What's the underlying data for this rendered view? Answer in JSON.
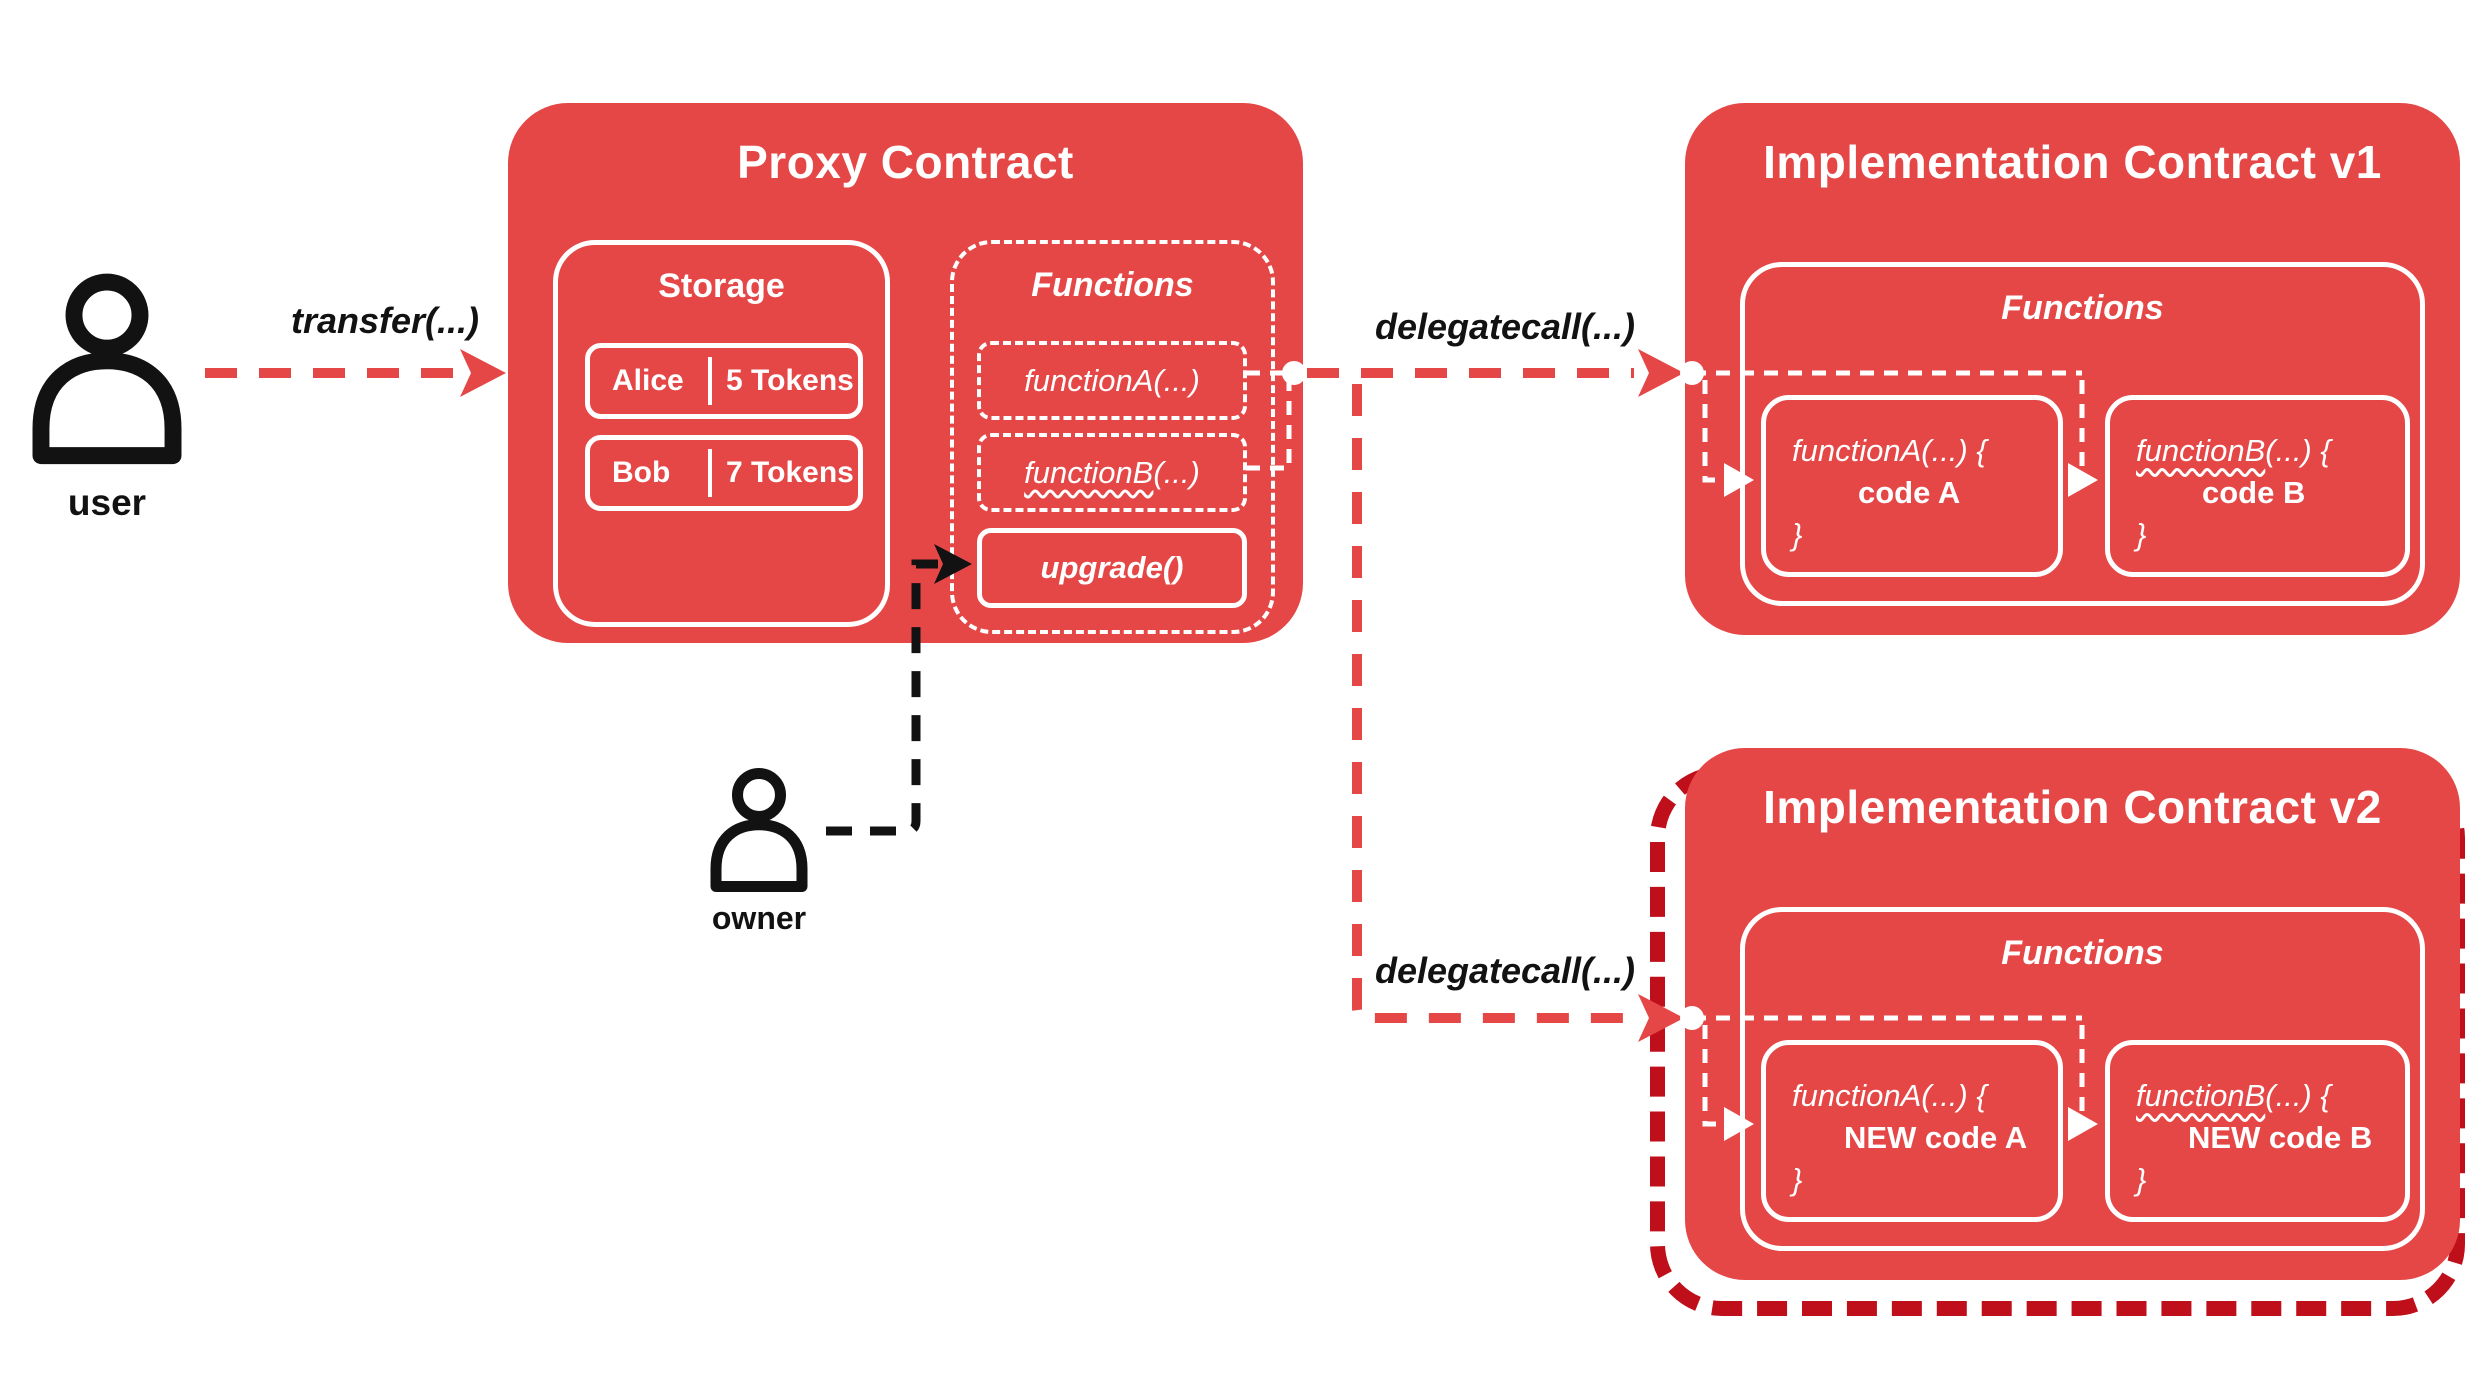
{
  "colors": {
    "red": "#e54747",
    "dark_red": "#bf0f1b",
    "black": "#121212",
    "white": "#ffffff"
  },
  "actors": {
    "user": {
      "label": "user",
      "icon": "person-icon"
    },
    "owner": {
      "label": "owner",
      "icon": "person-icon"
    }
  },
  "edges": {
    "transfer": "transfer(...)",
    "delegatecall_v1": "delegatecall(...)",
    "delegatecall_v2": "delegatecall(...)"
  },
  "proxy": {
    "title": "Proxy Contract",
    "storage": {
      "title": "Storage",
      "rows": [
        {
          "name": "Alice",
          "tokens": "5 Tokens"
        },
        {
          "name": "Bob",
          "tokens": "7 Tokens"
        }
      ]
    },
    "functions": {
      "title": "Functions",
      "function_a": "functionA(...)",
      "function_b_name": "functionB",
      "function_b_args": "(...)",
      "upgrade": "upgrade()"
    }
  },
  "impl_v1": {
    "title": "Implementation Contract v1",
    "functions_title": "Functions",
    "function_a": {
      "signature": "functionA(...) {",
      "body": "code A",
      "close": "}"
    },
    "function_b": {
      "name": "functionB",
      "args": "(...) {",
      "body": "code B",
      "close": "}"
    }
  },
  "impl_v2": {
    "title": "Implementation Contract v2",
    "functions_title": "Functions",
    "function_a": {
      "signature": "functionA(...) {",
      "body": "NEW code A",
      "close": "}"
    },
    "function_b": {
      "name": "functionB",
      "args": "(...) {",
      "body": "NEW code B",
      "close": "}"
    }
  }
}
